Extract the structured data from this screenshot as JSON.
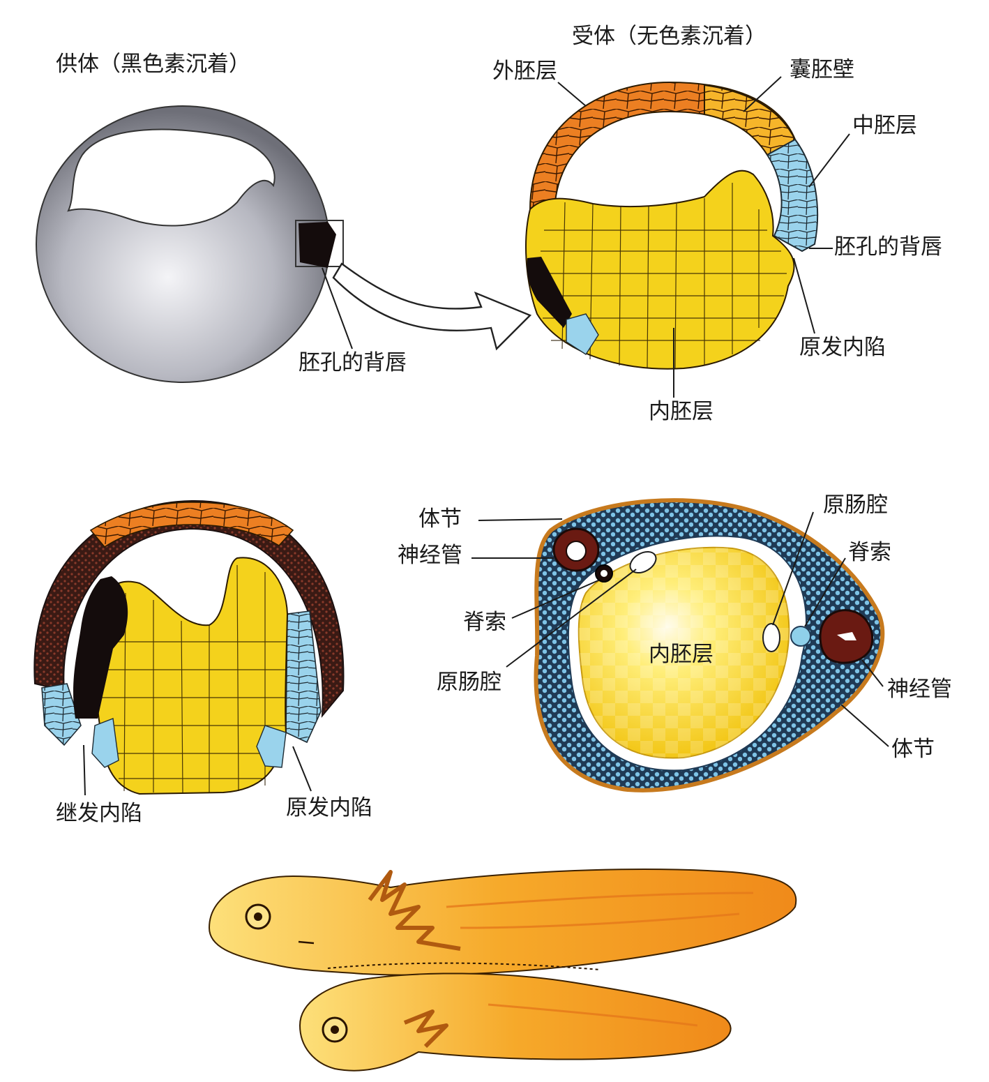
{
  "panel1": {
    "donor_title": "供体（黑色素沉着）",
    "donor_label": "胚孔的背唇",
    "recipient_title": "受体（无色素沉着）",
    "labels": {
      "ectoderm": "外胚层",
      "blastocoel_wall": "囊胚壁",
      "mesoderm": "中胚层",
      "dorsal_lip": "胚孔的背唇",
      "primary_invagination": "原发内陷",
      "endoderm": "内胚层"
    }
  },
  "panel2": {
    "left_label": "继发内陷",
    "right_label": "原发内陷"
  },
  "panel3": {
    "labels": {
      "somite_left": "体节",
      "neural_tube_left": "神经管",
      "notochord_left": "脊索",
      "archenteron_left": "原肠腔",
      "endoderm": "内胚层",
      "archenteron_right": "原肠腔",
      "notochord_right": "脊索",
      "neural_tube_right": "神经管",
      "somite_right": "体节"
    }
  },
  "colors": {
    "ectoderm": "#e87a1e",
    "endoderm": "#f4d21c",
    "mesoderm": "#8fd0ea",
    "pigmented": "#1a1010",
    "donor_gray": "#a9aab3",
    "embryo_orange": "#f5a521"
  }
}
